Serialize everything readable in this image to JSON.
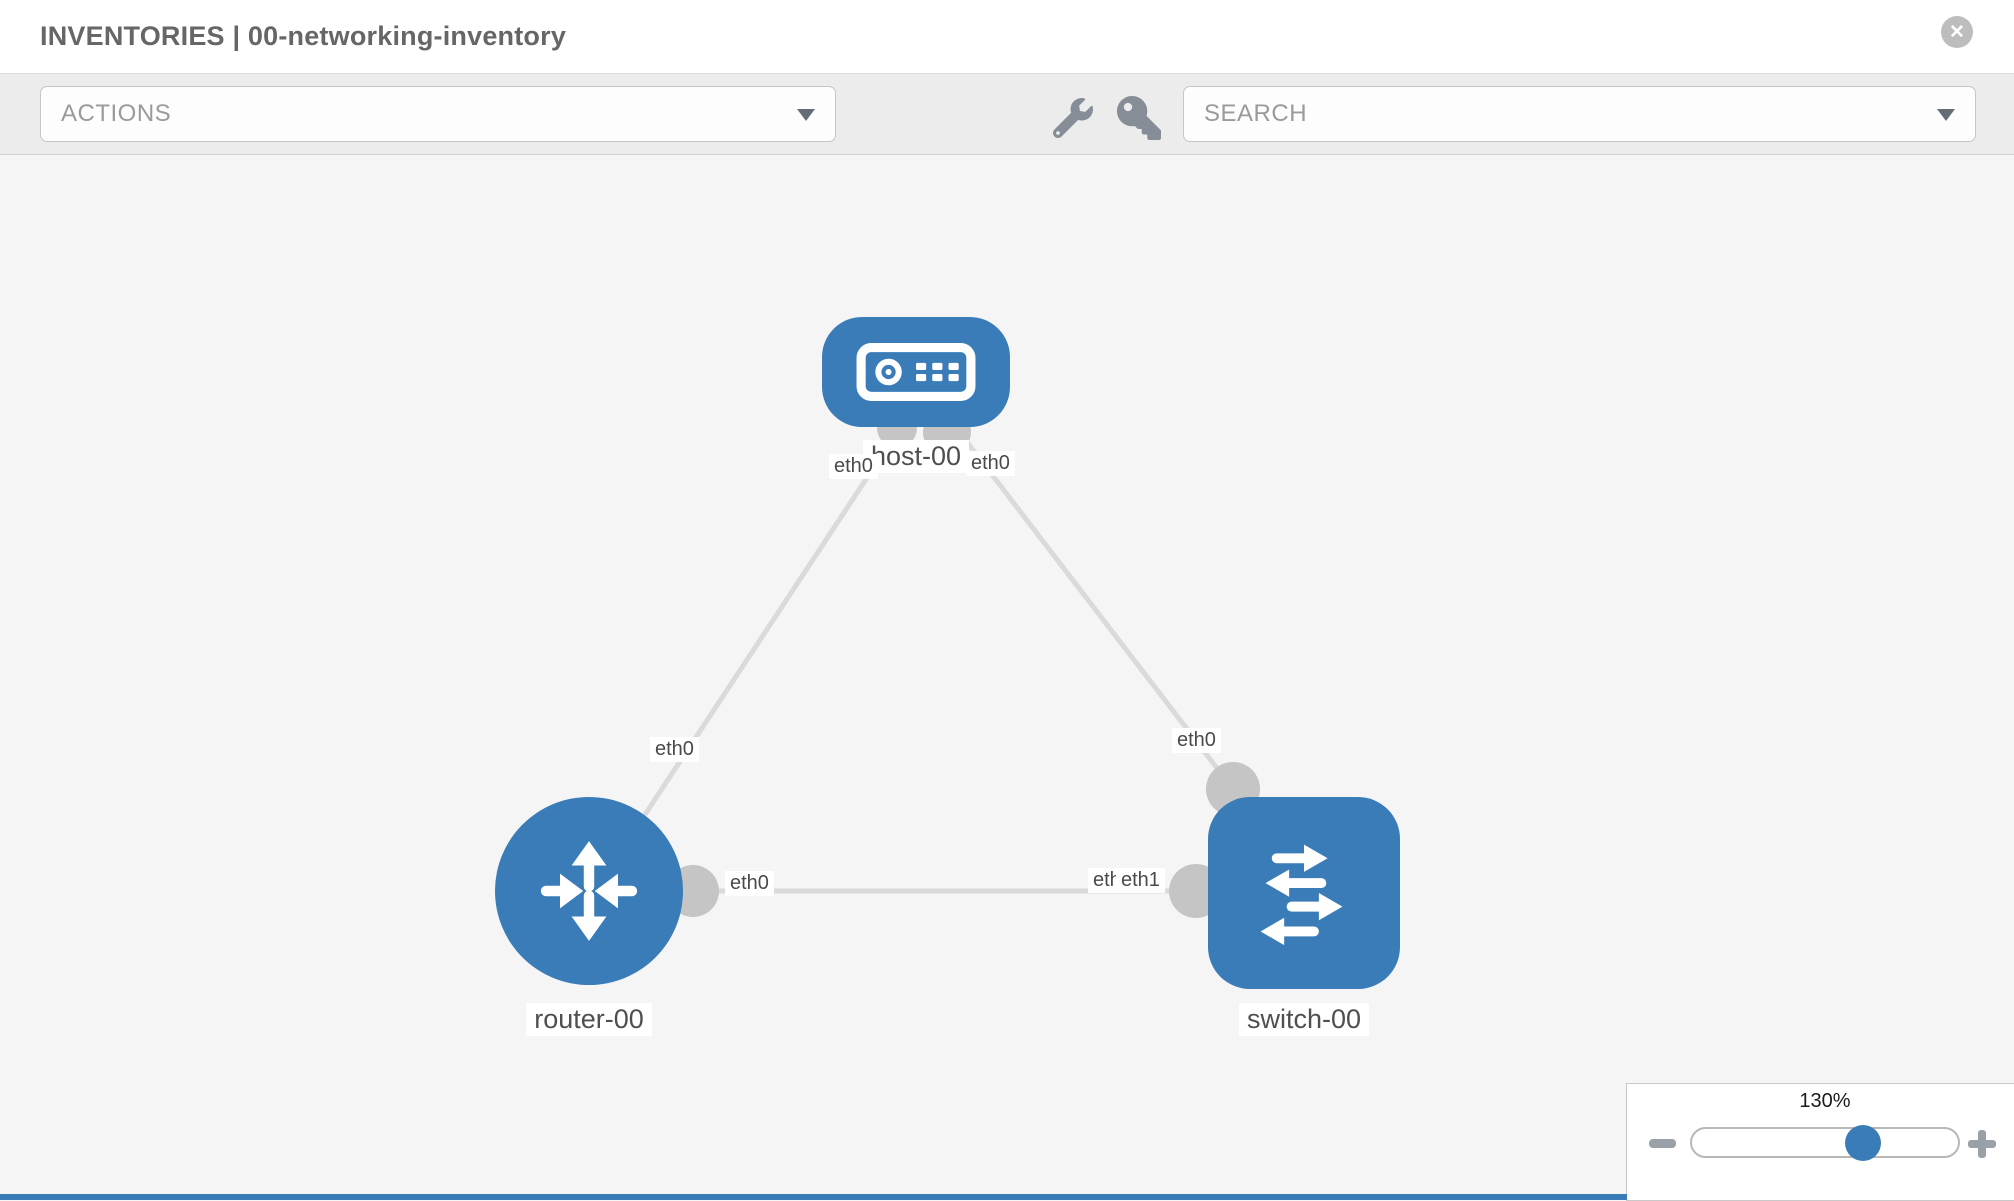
{
  "window": {
    "title": "INVENTORIES | 00-networking-inventory",
    "close_label": "✕"
  },
  "toolbar": {
    "actions_placeholder": "ACTIONS",
    "search_placeholder": "SEARCH",
    "icons": [
      {
        "name": "wrench-icon"
      },
      {
        "name": "key-icon"
      }
    ]
  },
  "diagram": {
    "nodes": [
      {
        "id": "host-00",
        "type": "host",
        "label": "host-00"
      },
      {
        "id": "router-00",
        "type": "router",
        "label": "router-00"
      },
      {
        "id": "switch-00",
        "type": "switch",
        "label": "switch-00"
      }
    ],
    "links": [
      {
        "from": "host-00",
        "to": "router-00",
        "from_interface": "eth0",
        "to_interface": "eth0"
      },
      {
        "from": "host-00",
        "to": "switch-00",
        "from_interface": "eth0",
        "to_interface": "eth0"
      },
      {
        "from": "router-00",
        "to": "switch-00",
        "from_interface": "eth0",
        "to_interface": "eth1",
        "overlapped_interface": "eth0"
      }
    ]
  },
  "zoom_control": {
    "value": "130%",
    "percent": 130
  },
  "colors": {
    "node_blue": "#3a7cb8",
    "link_gray": "#dadada",
    "connector_gray": "#c5c5c5",
    "canvas_bg": "#f5f5f5",
    "toolbar_bg": "#ececec"
  }
}
